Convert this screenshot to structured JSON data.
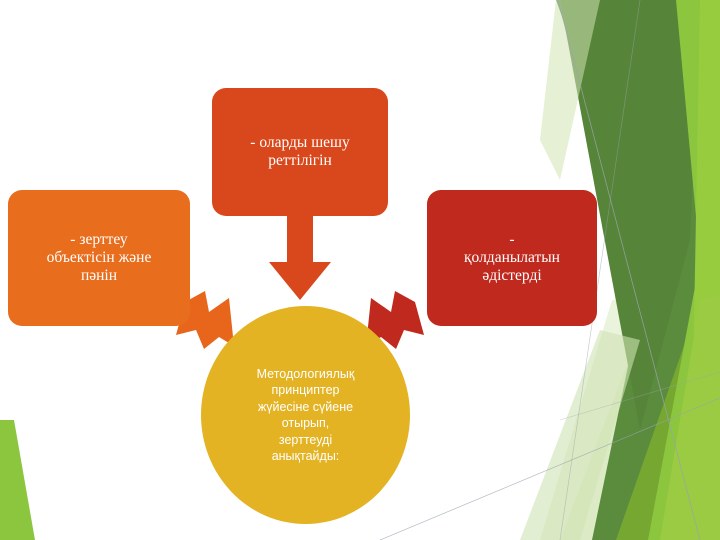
{
  "slide": {
    "background_color": "#FFFFFF",
    "theme_colors": {
      "dark_green": "#5B8C3E",
      "mid_green": "#76A730",
      "lime_green": "#8CC63E",
      "pale_green": "#D7E8BC",
      "light_green": "#B9D98A",
      "hairline": "#9AA5AE"
    }
  },
  "diagram": {
    "type": "convergence-diagram",
    "nodes": [
      {
        "id": "top",
        "data_name": "node-top",
        "text": "-     оларды шешу\nреттілігін",
        "color": "#D9481C",
        "text_color": "#FFFFFF"
      },
      {
        "id": "left",
        "data_name": "node-left",
        "text": "-     зерттеу\nобъектісін және\nпәнін",
        "color": "#E86D1C",
        "text_color": "#FFFFFF"
      },
      {
        "id": "right",
        "data_name": "node-right",
        "text": "-\nқолданылатын\nәдістерді",
        "color": "#C0291E",
        "text_color": "#FFFFFF"
      },
      {
        "id": "center",
        "data_name": "node-center",
        "text": "Методологиялық\nпринциптер\nжүйесіне сүйене\nотырып,\nзерттеуді\nанықтайды:",
        "color": "#E3B324",
        "text_color": "#FFFFFF"
      }
    ],
    "arrows": [
      {
        "id": "arrow-top-down",
        "from": "top",
        "to": "center",
        "direction": "down",
        "color": "#D9481C"
      },
      {
        "id": "arrow-left-in",
        "from": "left",
        "to": "center",
        "direction": "down-right",
        "color": "#E8661C"
      },
      {
        "id": "arrow-right-in",
        "from": "right",
        "to": "center",
        "direction": "down-left",
        "color": "#C0291E"
      }
    ]
  }
}
